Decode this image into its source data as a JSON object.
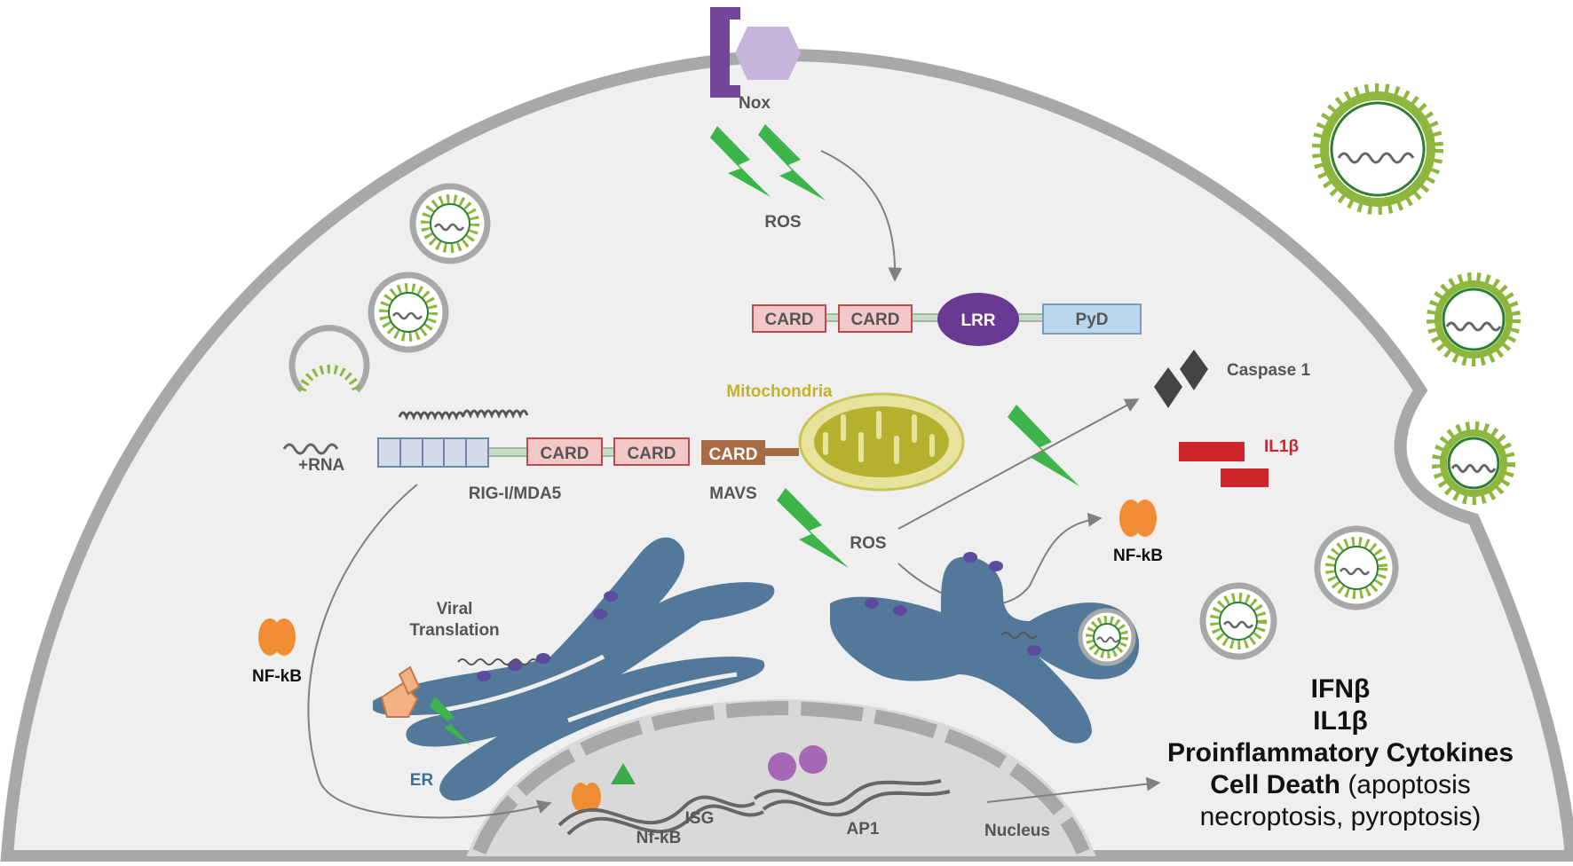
{
  "colors": {
    "membrane": "#a6a8aa",
    "cytoplasm": "#efefef",
    "nucleus": "#d9d9d9",
    "er": "#52799a",
    "ros_bolt": "#3db54a",
    "virus_spike": "#8db63c",
    "card_fill": "#f4c7c8",
    "card_stroke": "#b94b4f",
    "lrr": "#6a3a92",
    "pyd": "#bcd6ee",
    "helicase": "#d4dcea",
    "mavs_card": "#a66a45",
    "mito_outer": "#e7e39c",
    "mito_inner": "#b6b02f",
    "mito_label": "#c2b22a",
    "nfkb": "#ef8c34",
    "il1b": "#d0242b",
    "ap1": "#a568b5",
    "isg_triangle": "#3aaa4a",
    "caspase": "#444444",
    "nox_dark": "#74459a",
    "nox_light": "#c7b4db",
    "er_label": "#3f6e93"
  },
  "labels": {
    "nox": "Nox",
    "ros_top": "ROS",
    "ros_mid": "ROS",
    "card": "CARD",
    "lrr": "LRR",
    "pyd": "PyD",
    "caspase1": "Caspase 1",
    "il1b_red": "IL1β",
    "mitochondria": "Mitochondria",
    "rna": "+RNA",
    "rig": "RIG-I/MDA5",
    "mavs": "MAVS",
    "nfkb_right": "NF-kB",
    "nfkb_left": "NF-kB",
    "viral_translation_1": "Viral",
    "viral_translation_2": "Translation",
    "er": "ER",
    "nfkb_nucleus": "Nf-kB",
    "isg": "ISG",
    "ap1": "AP1",
    "nucleus": "Nucleus"
  },
  "outputs": {
    "line1": "IFNβ",
    "line2": "IL1β",
    "line3": "Proinflammatory Cytokines",
    "line4_bold": "Cell Death",
    "line4_rest": " (apoptosis",
    "line5": "necroptosis, pyroptosis)"
  }
}
